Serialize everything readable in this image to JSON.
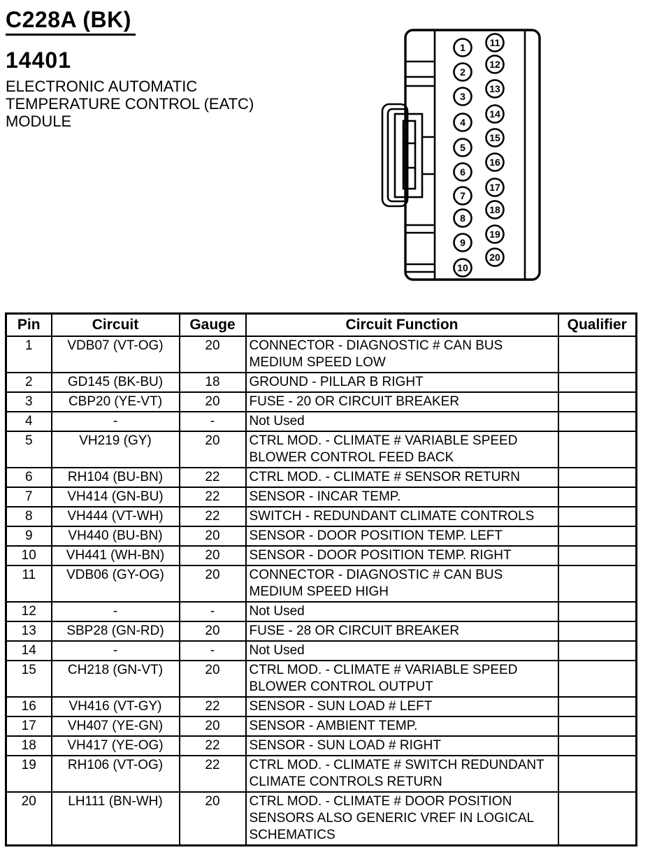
{
  "header": {
    "connector_id": "C228A (BK)",
    "part_number": "14401",
    "module_lines": [
      "ELECTRONIC AUTOMATIC",
      "TEMPERATURE CONTROL (EATC)",
      "MODULE"
    ]
  },
  "connector": {
    "left_pins": [
      "1",
      "2",
      "3",
      "4",
      "5",
      "6",
      "7",
      "8",
      "9",
      "10"
    ],
    "right_pins": [
      "11",
      "12",
      "13",
      "14",
      "15",
      "16",
      "17",
      "18",
      "19",
      "20"
    ]
  },
  "table": {
    "columns": [
      "Pin",
      "Circuit",
      "Gauge",
      "Circuit Function",
      "Qualifier"
    ],
    "rows": [
      {
        "pin": "1",
        "circuit": "VDB07 (VT-OG)",
        "gauge": "20",
        "function": "CONNECTOR - DIAGNOSTIC # CAN BUS\nMEDIUM SPEED LOW",
        "qualifier": ""
      },
      {
        "pin": "2",
        "circuit": "GD145 (BK-BU)",
        "gauge": "18",
        "function": "GROUND - PILLAR B RIGHT",
        "qualifier": ""
      },
      {
        "pin": "3",
        "circuit": "CBP20 (YE-VT)",
        "gauge": "20",
        "function": "FUSE - 20 OR CIRCUIT BREAKER",
        "qualifier": ""
      },
      {
        "pin": "4",
        "circuit": "-",
        "gauge": "-",
        "function": "Not Used",
        "qualifier": ""
      },
      {
        "pin": "5",
        "circuit": "VH219 (GY)",
        "gauge": "20",
        "function": "CTRL MOD. - CLIMATE # VARIABLE SPEED\nBLOWER CONTROL FEED BACK",
        "qualifier": ""
      },
      {
        "pin": "6",
        "circuit": "RH104 (BU-BN)",
        "gauge": "22",
        "function": "CTRL MOD. - CLIMATE # SENSOR RETURN",
        "qualifier": ""
      },
      {
        "pin": "7",
        "circuit": "VH414 (GN-BU)",
        "gauge": "22",
        "function": "SENSOR - INCAR TEMP.",
        "qualifier": ""
      },
      {
        "pin": "8",
        "circuit": "VH444 (VT-WH)",
        "gauge": "22",
        "function": "SWITCH - REDUNDANT CLIMATE CONTROLS",
        "qualifier": ""
      },
      {
        "pin": "9",
        "circuit": "VH440 (BU-BN)",
        "gauge": "20",
        "function": "SENSOR - DOOR POSITION TEMP. LEFT",
        "qualifier": ""
      },
      {
        "pin": "10",
        "circuit": "VH441 (WH-BN)",
        "gauge": "20",
        "function": "SENSOR - DOOR POSITION TEMP. RIGHT",
        "qualifier": ""
      },
      {
        "pin": "11",
        "circuit": "VDB06 (GY-OG)",
        "gauge": "20",
        "function": "CONNECTOR - DIAGNOSTIC # CAN BUS\nMEDIUM SPEED HIGH",
        "qualifier": ""
      },
      {
        "pin": "12",
        "circuit": "-",
        "gauge": "-",
        "function": "Not Used",
        "qualifier": ""
      },
      {
        "pin": "13",
        "circuit": "SBP28 (GN-RD)",
        "gauge": "20",
        "function": "FUSE - 28 OR CIRCUIT BREAKER",
        "qualifier": ""
      },
      {
        "pin": "14",
        "circuit": "-",
        "gauge": "-",
        "function": "Not Used",
        "qualifier": ""
      },
      {
        "pin": "15",
        "circuit": "CH218 (GN-VT)",
        "gauge": "20",
        "function": "CTRL MOD. - CLIMATE # VARIABLE SPEED\nBLOWER CONTROL OUTPUT",
        "qualifier": ""
      },
      {
        "pin": "16",
        "circuit": "VH416 (VT-GY)",
        "gauge": "22",
        "function": "SENSOR - SUN LOAD # LEFT",
        "qualifier": ""
      },
      {
        "pin": "17",
        "circuit": "VH407 (YE-GN)",
        "gauge": "20",
        "function": "SENSOR - AMBIENT TEMP.",
        "qualifier": ""
      },
      {
        "pin": "18",
        "circuit": "VH417 (YE-OG)",
        "gauge": "22",
        "function": "SENSOR - SUN LOAD # RIGHT",
        "qualifier": ""
      },
      {
        "pin": "19",
        "circuit": "RH106 (VT-OG)",
        "gauge": "22",
        "function": "CTRL MOD. - CLIMATE # SWITCH REDUNDANT\nCLIMATE CONTROLS RETURN",
        "qualifier": ""
      },
      {
        "pin": "20",
        "circuit": "LH111 (BN-WH)",
        "gauge": "20",
        "function": "CTRL MOD. - CLIMATE # DOOR POSITION\nSENSORS ALSO GENERIC VREF IN LOGICAL\nSCHEMATICS",
        "qualifier": ""
      }
    ]
  }
}
